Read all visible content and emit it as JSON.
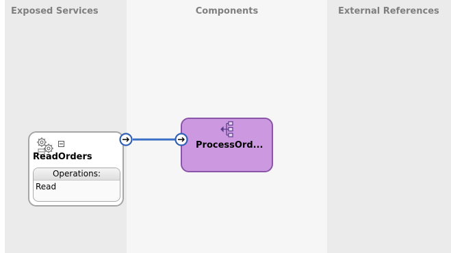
{
  "lanes": {
    "exposed_services": "Exposed Services",
    "components": "Components",
    "external_references": "External References"
  },
  "service": {
    "name": "ReadOrders",
    "icon": "adapter-gear-icon",
    "operations_label": "Operations:",
    "operations": [
      "Read"
    ]
  },
  "component": {
    "name": "ProcessOrd...",
    "icon": "bpel-process-icon",
    "fill_color": "#cc99e0",
    "border_color": "#8a55a8"
  },
  "wire": {
    "color": "#3a6fc5",
    "from": "ReadOrders",
    "to": "ProcessOrd..."
  }
}
